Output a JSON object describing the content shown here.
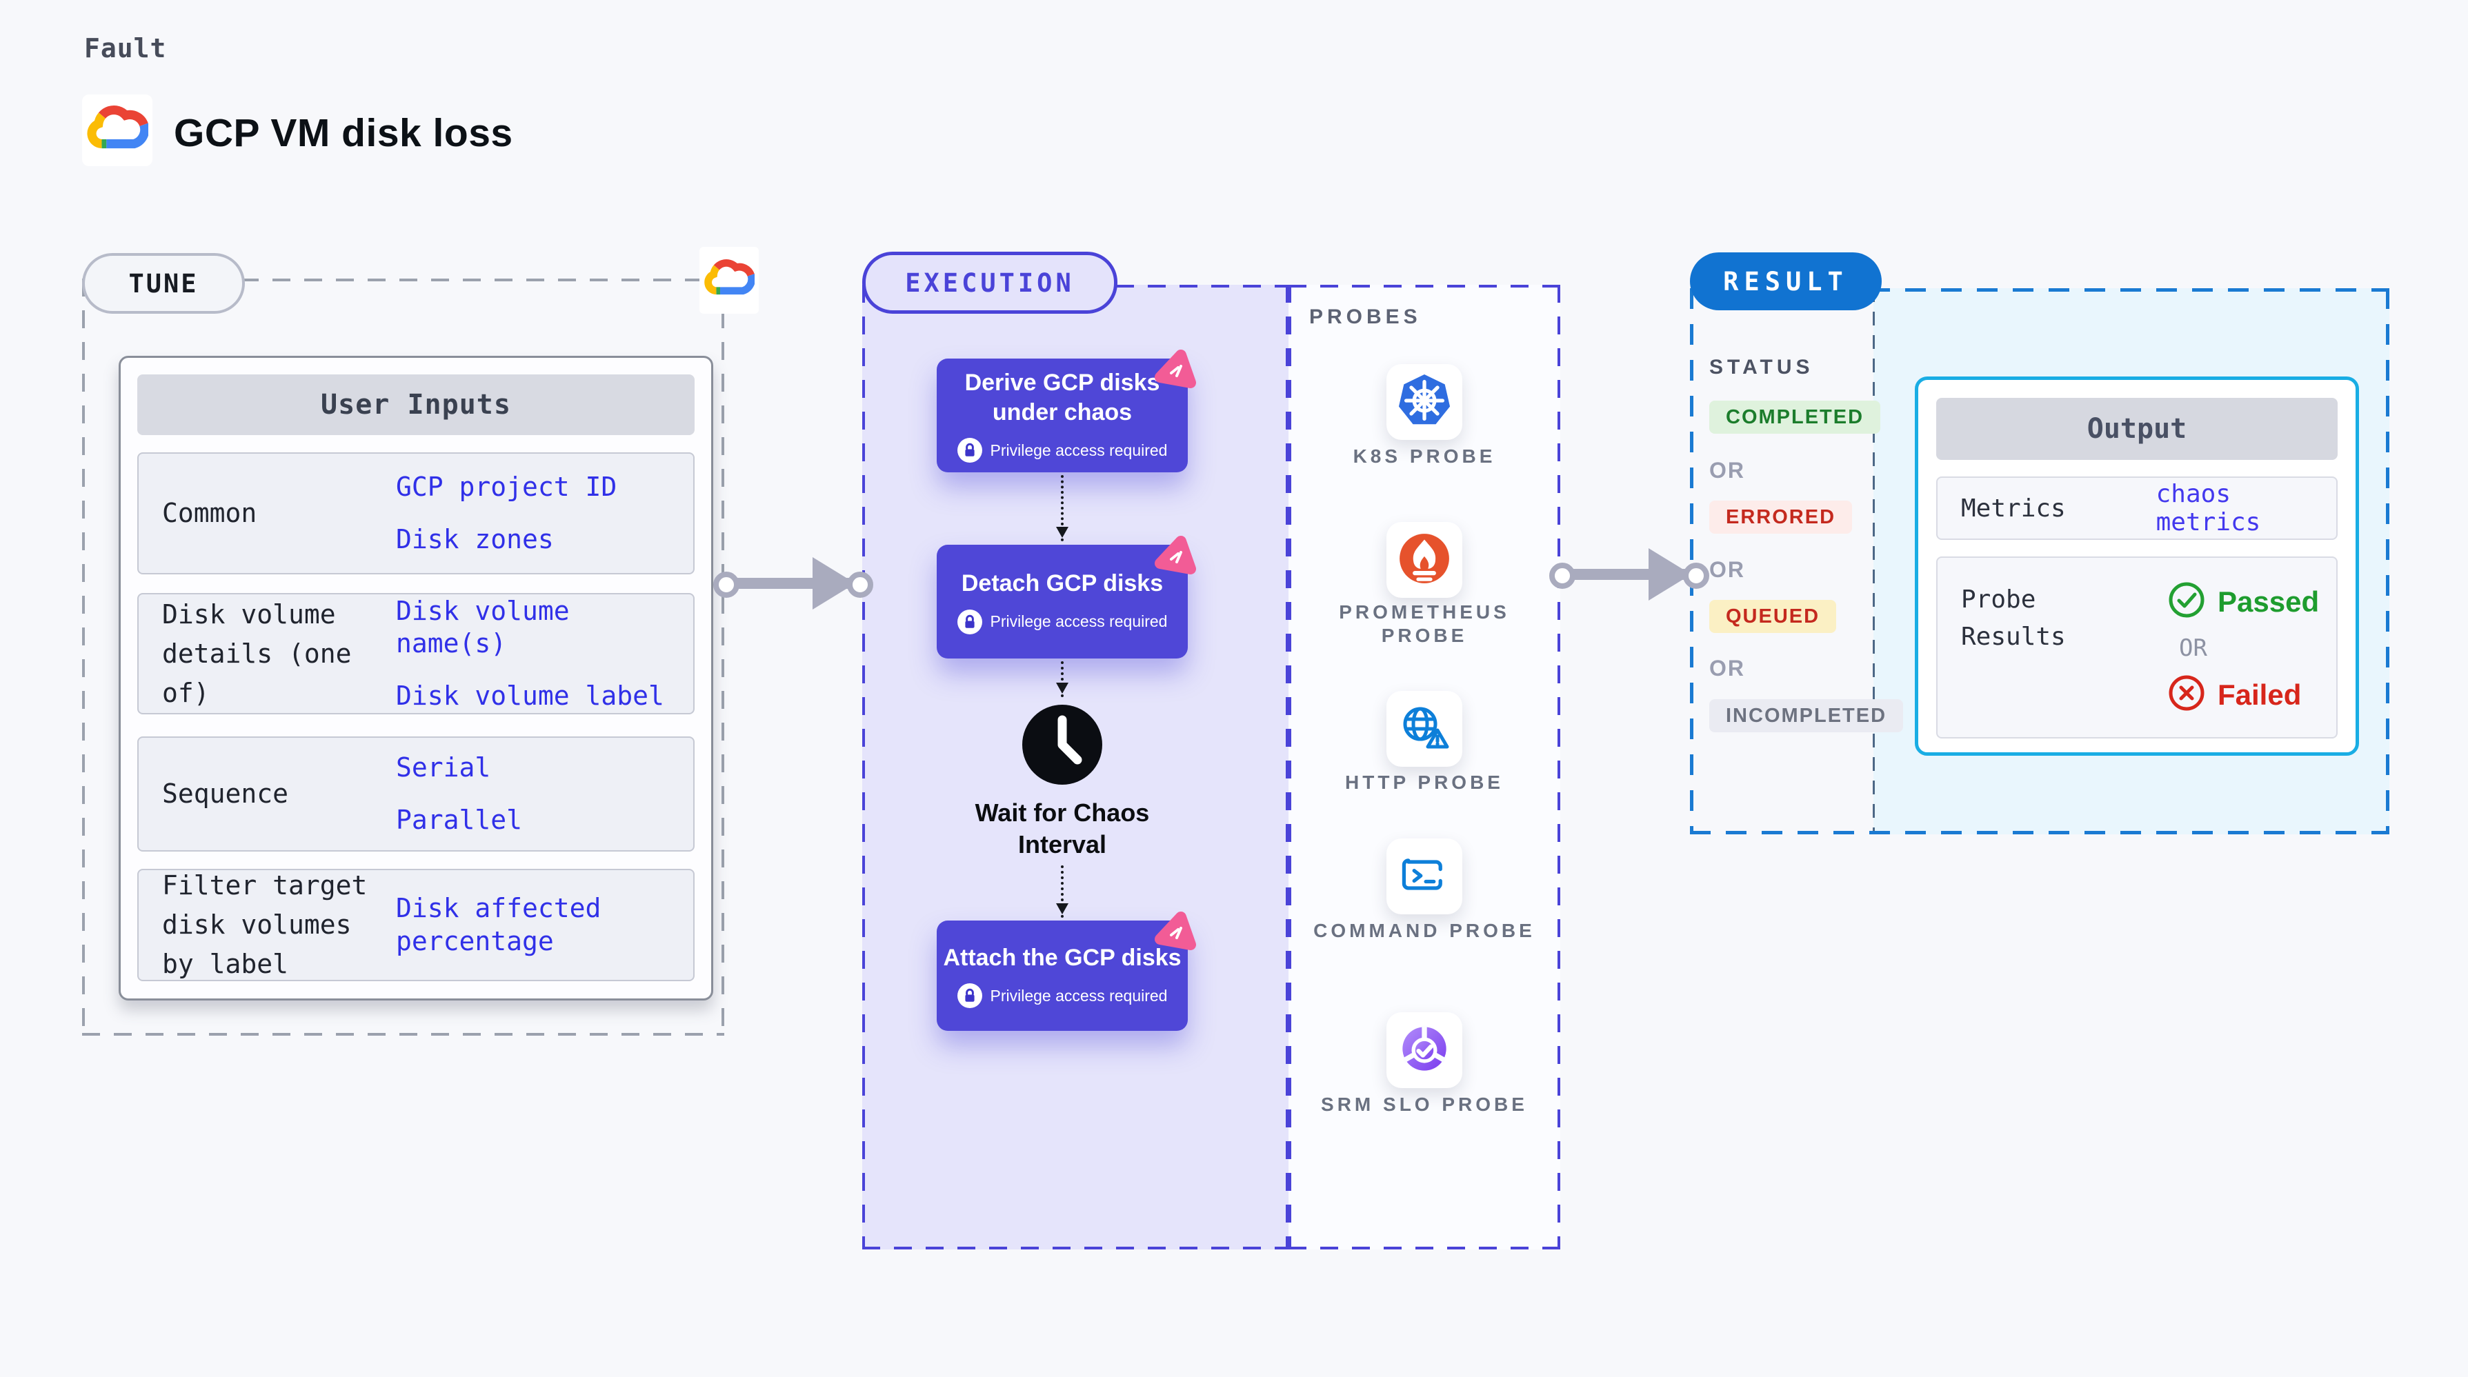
{
  "page": {
    "fault_label": "Fault",
    "title": "GCP VM disk loss"
  },
  "tune": {
    "label": "TUNE",
    "user_inputs": {
      "header": "User Inputs",
      "rows": [
        {
          "label": "Common",
          "values": [
            "GCP project ID",
            "Disk zones"
          ]
        },
        {
          "label": "Disk volume details (one of)",
          "values": [
            "Disk volume name(s)",
            "Disk volume label"
          ]
        },
        {
          "label": "Sequence",
          "values": [
            "Serial",
            "Parallel"
          ]
        },
        {
          "label": "Filter target disk volumes by label",
          "values": [
            "Disk affected percentage"
          ]
        }
      ]
    }
  },
  "execution": {
    "label": "EXECUTION",
    "privilege_note": "Privilege access required",
    "nodes": [
      {
        "title": "Derive GCP disks under chaos"
      },
      {
        "title": "Detach GCP disks"
      },
      {
        "title": "Attach the GCP disks"
      }
    ],
    "wait_label": "Wait for Chaos Interval"
  },
  "probes": {
    "label": "PROBES",
    "items": [
      {
        "name": "K8S PROBE",
        "icon": "kubernetes-icon"
      },
      {
        "name": "PROMETHEUS PROBE",
        "icon": "prometheus-icon"
      },
      {
        "name": "HTTP PROBE",
        "icon": "http-globe-warning-icon"
      },
      {
        "name": "COMMAND PROBE",
        "icon": "terminal-icon"
      },
      {
        "name": "SRM SLO PROBE",
        "icon": "srm-slo-icon"
      }
    ]
  },
  "result": {
    "label": "RESULT",
    "status": {
      "header": "STATUS",
      "or": "OR",
      "badges": [
        {
          "label": "COMPLETED",
          "bg": "#dff2dd",
          "color": "#1c7d2c"
        },
        {
          "label": "ERRORED",
          "bg": "#fdecea",
          "color": "#c4291e"
        },
        {
          "label": "QUEUED",
          "bg": "#fbf0c4",
          "color": "#c4291e"
        },
        {
          "label": "INCOMPLETED",
          "bg": "#eaebf2",
          "color": "#6d7280"
        }
      ]
    },
    "output": {
      "header": "Output",
      "metrics_label": "Metrics",
      "metrics_value": "chaos metrics",
      "probe_results_label": "Probe Results",
      "passed_label": "Passed",
      "or": "OR",
      "failed_label": "Failed"
    }
  },
  "colors": {
    "accent_indigo": "#4a43d8",
    "node_fill": "#4f47d7",
    "result_blue": "#1173d1",
    "output_border": "#19ade4",
    "link_blue": "#3030e8",
    "passed_green": "#1e9c2e",
    "failed_red": "#d7261b",
    "chaos_pink": "#f25c96"
  }
}
